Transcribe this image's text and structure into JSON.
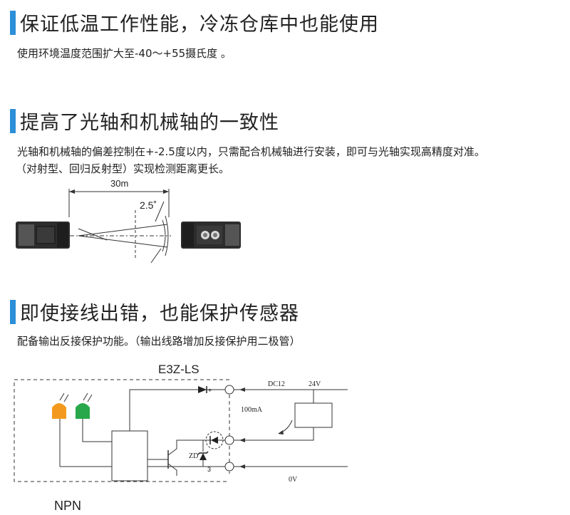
{
  "section1": {
    "heading": "保证低温工作性能，冷冻仓库中也能使用",
    "desc": "使用环境温度范围扩大至-40～+55摄氏度 。"
  },
  "section2": {
    "heading": "提高了光轴和机械轴的一致性",
    "desc_line1": "光轴和机械轴的偏差控制在+-2.5度以内，只需配合机械轴进行安装，即可与光轴实现高精度对准。",
    "desc_line2": "（对射型、回归反射型）实现检测距离更长。",
    "diagram": {
      "distance_label": "30m",
      "angle_label": "2.5˚"
    }
  },
  "section3": {
    "heading": "即使接线出错，也能保护传感器",
    "desc": "配备输出反接保护功能。（输出线路增加反接保护用二极管）",
    "circuit": {
      "model_label": "E3Z-LS",
      "supply_label": "DC12",
      "voltage_label": "24V",
      "current_label": "100mA",
      "ground_label": "0V",
      "zener_label": "ZD",
      "terminal_plus": "+",
      "terminal_3": "3",
      "type_label": "NPN",
      "led_orange_color": "#f39a1e",
      "led_green_color": "#28a84a"
    }
  }
}
